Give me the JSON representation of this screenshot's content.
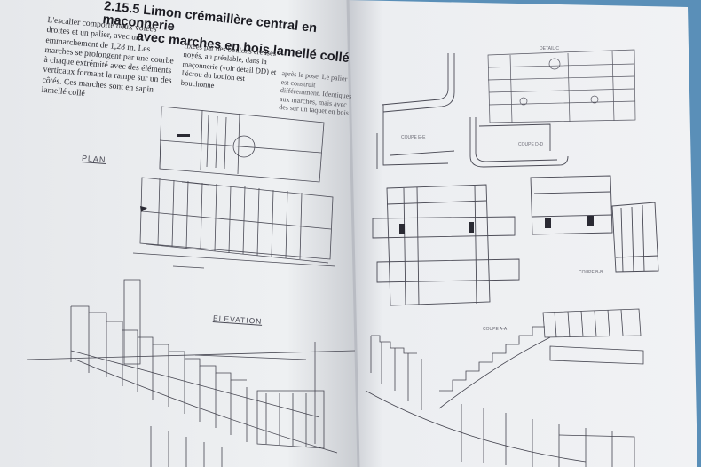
{
  "book": {
    "section_number": "2.15.5",
    "title_line1": "Limon crémaillère central en maçonnerie",
    "title_line2": "avec marches en bois lamellé collé",
    "column1": "L'escalier comporte deux volées droites et un palier, avec un emmarchement de 1,28 m. Les marches se prolongent par une courbe à chaque extrémité avec des éléments verticaux formant la rampe sur un des côtés. Ces marches sont en sapin lamellé collé",
    "column2": "fixées par des boulons creuses noyés, au préalable, dans la maçonnerie (voir détail DD) et l'écrou du boulon est bouchonné",
    "column3": "après la pose. Le palier est construit différemment. Identiques aux marches, mais avec des sur un taquet en bois",
    "label_plan": "PLAN",
    "label_elevation": "ELEVATION",
    "label_section_1": "COUPE E-E",
    "label_section_2": "COUPE D-D",
    "label_section_3": "DETAIL C",
    "label_section_4": "COUPE B-B",
    "label_section_5": "COUPE A-A"
  },
  "colors": {
    "background_blue": "#5a8fb8",
    "paper": "#eef0f2",
    "ink": "#3a3a44"
  }
}
